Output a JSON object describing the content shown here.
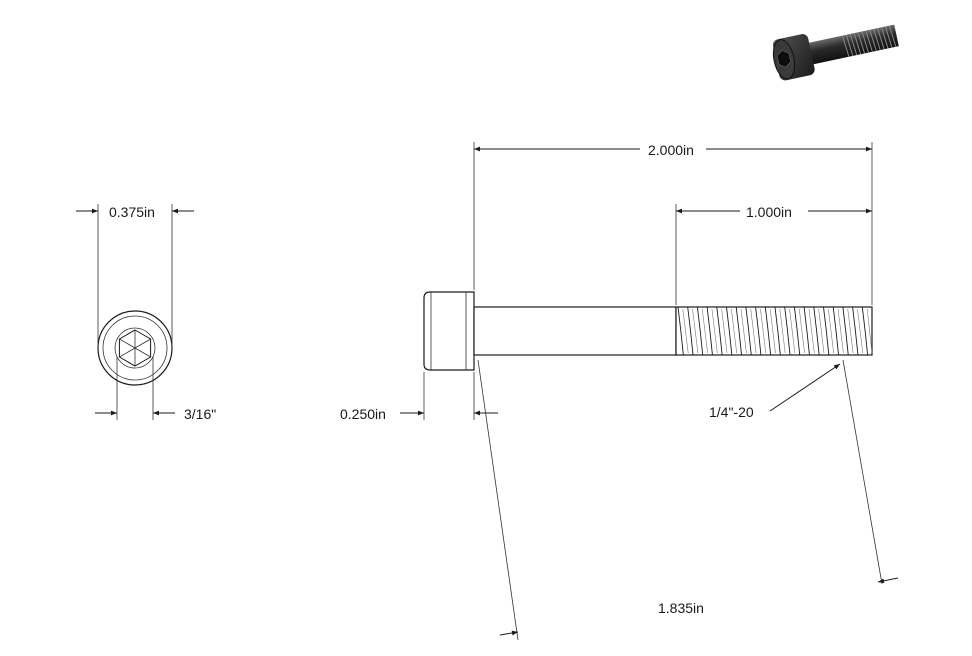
{
  "dimensions": {
    "head_diameter": "0.375in",
    "hex_size": "3/16\"",
    "overall_length": "2.000in",
    "thread_length": "1.000in",
    "head_height": "0.250in",
    "thread_spec": "1/4\"-20",
    "shank_length": "1.835in"
  },
  "colors": {
    "ink": "#1a1a1a",
    "background": "#ffffff",
    "render_body": "#2a2a2a"
  },
  "thumbnail_icon": "socket-head-cap-screw-render"
}
